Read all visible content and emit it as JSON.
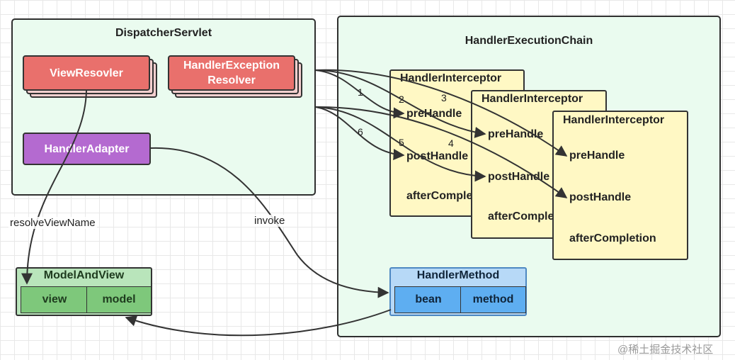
{
  "dispatcher": {
    "title": "DispatcherServlet",
    "view_resolver": "ViewResovler",
    "exception_resolver": "HandlerException\nResolver",
    "handler_adapter": "HandlerAdapter"
  },
  "chain": {
    "title": "HandlerExecutionChain",
    "interceptors": [
      {
        "title": "HandlerInterceptor",
        "pre": "preHandle",
        "post": "postHandle",
        "after": "afterComple"
      },
      {
        "title": "HandlerInterceptor",
        "pre": "preHandle",
        "post": "postHandle",
        "after": "afterComple"
      },
      {
        "title": "HandlerInterceptor",
        "pre": "preHandle",
        "post": "postHandle",
        "after": "afterCompletion"
      }
    ],
    "handler_method": {
      "title": "HandlerMethod",
      "bean": "bean",
      "method": "method"
    }
  },
  "model_and_view": {
    "title": "ModelAndView",
    "view": "view",
    "model": "model"
  },
  "edges": {
    "resolve_view_name": "resolveViewName",
    "invoke": "invoke",
    "step_numbers": [
      "1",
      "2",
      "3",
      "4",
      "5",
      "6"
    ]
  },
  "watermark": "@稀土掘金技术社区",
  "colors": {
    "container_bg": "#eafbef",
    "resolver_red": "#e9706c",
    "adapter_purple": "#b46ad0",
    "interceptor_yellow": "#fff8c4",
    "model_green": "#7ec87b",
    "method_blue": "#5eaef1"
  }
}
